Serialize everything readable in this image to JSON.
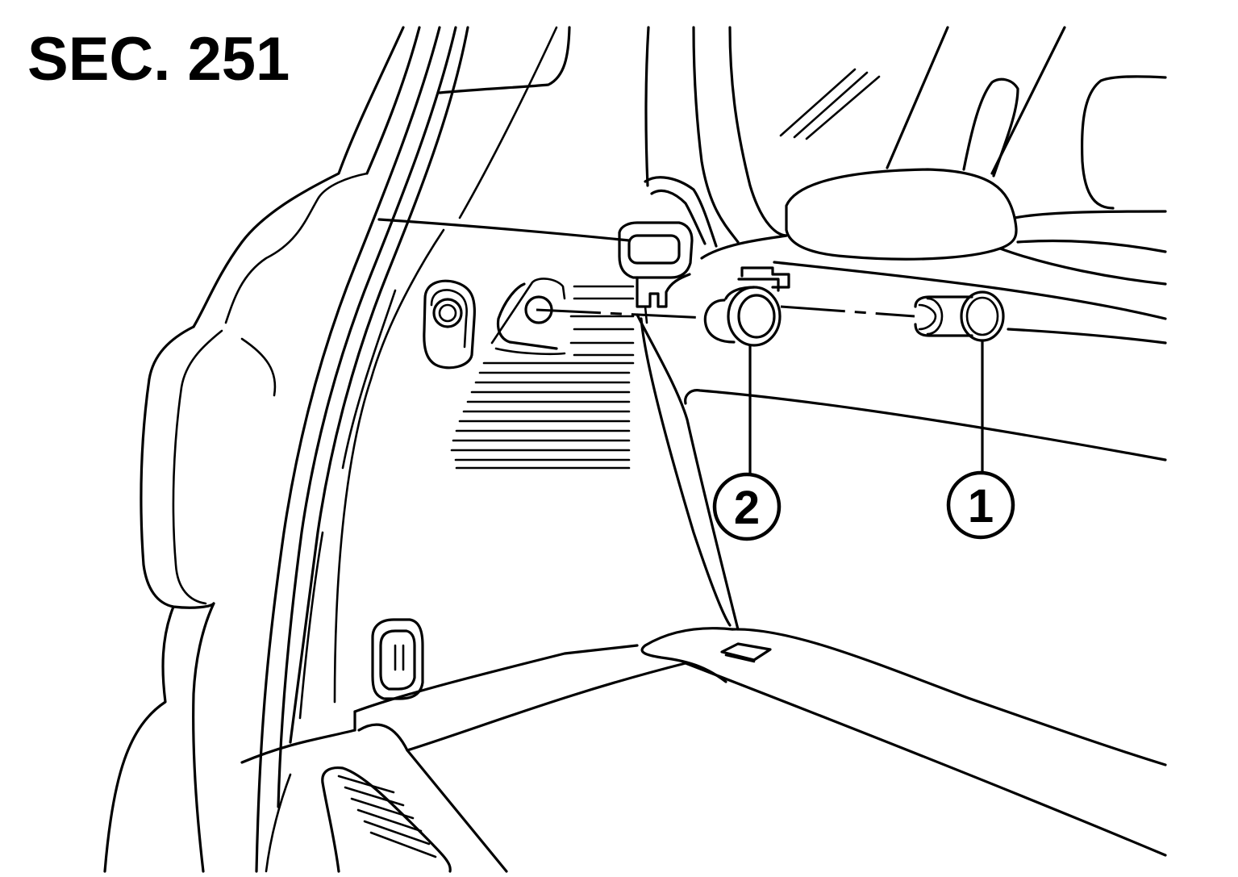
{
  "section": {
    "label": "SEC. 251"
  },
  "callouts": [
    {
      "id": "1",
      "text": "1"
    },
    {
      "id": "2",
      "text": "2"
    }
  ],
  "colors": {
    "line": "#000000",
    "background": "#ffffff"
  }
}
